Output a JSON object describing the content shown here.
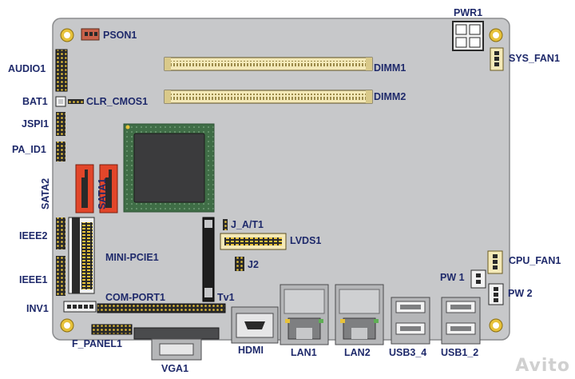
{
  "colors": {
    "board": "#c7c8ca",
    "board_edge": "#8a8b8d",
    "label": "#1f2a6b",
    "sata": "#e2462a",
    "header_pin": "#2a2a2a",
    "connector_white": "#f2f2f2",
    "cream": "#f4e9b8",
    "gold": "#e7c23a",
    "chip_green": "#3f6d46",
    "port_gray": "#b5b6b8"
  },
  "labels": {
    "pwr1": "PWR1",
    "pson1": "PSON1",
    "audio1": "AUDIO1",
    "dimm1": "DIMM1",
    "sys_fan1": "SYS_FAN1",
    "bat1": "BAT1",
    "clr_cmos1": "CLR_CMOS1",
    "dimm2": "DIMM2",
    "jspi1": "JSPI1",
    "pa_id1": "PA_ID1",
    "sata2": "SATA2",
    "sata1": "SATA1",
    "j_a_t1": "J_A/T1",
    "lvds1": "LVDS1",
    "ieee2": "IEEE2",
    "mini_pcie1": "MINI-PCIE1",
    "j2": "J2",
    "cpu_fan1": "CPU_FAN1",
    "ieee1": "IEEE1",
    "pw1": "PW 1",
    "pw2": "PW 2",
    "com_port1": "COM-PORT1",
    "tv1": "Tv1",
    "inv1": "INV1",
    "f_panel1": "F_PANEL1",
    "hdmi": "HDMI",
    "lan1": "LAN1",
    "lan2": "LAN2",
    "usb3_4": "USB3_4",
    "usb1_2": "USB1_2",
    "vga1": "VGA1"
  },
  "watermark": "Avito"
}
